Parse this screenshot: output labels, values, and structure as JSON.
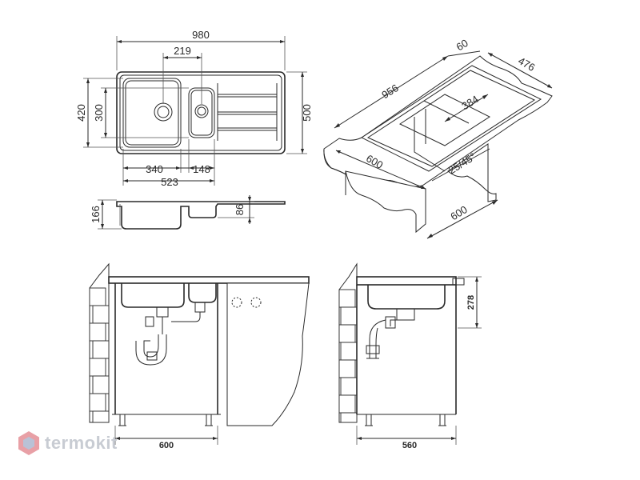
{
  "top_view": {
    "overall_width": "980",
    "bowl_spacing": "219",
    "depth_outer": "420",
    "depth_inner": "300",
    "depth_total": "500",
    "main_bowl_width": "340",
    "small_bowl_width": "148",
    "bowls_total_width": "523"
  },
  "side_view": {
    "total_height": "166",
    "bowl_depth": "86"
  },
  "iso_view": {
    "length": "956",
    "flange": "60",
    "width": "476",
    "inner": "384",
    "cabinet_width": "600",
    "angle": "25/45°",
    "cabinet_depth": "600"
  },
  "front_install": {
    "cabinet_width": "600"
  },
  "side_install": {
    "cabinet_depth": "560",
    "height": "278"
  },
  "brand": {
    "name": "termokit",
    "color": "#c8ccd3"
  }
}
